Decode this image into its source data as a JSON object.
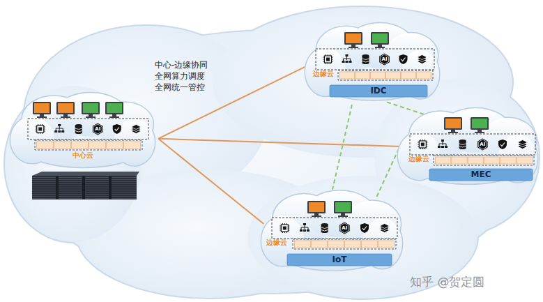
{
  "diagram": {
    "nodes": [
      {
        "text": [
          "中心云"
        ]
      },
      {
        "text": [
          "边缘云",
          "IDC"
        ]
      },
      {
        "text": [
          "边缘云",
          "MEC"
        ]
      },
      {
        "text": [
          "边缘云",
          "IoT"
        ]
      }
    ],
    "edges": [
      {
        "from": 0,
        "to": 1,
        "arrow": "none"
      },
      {
        "from": 0,
        "to": 2,
        "arrow": "none"
      },
      {
        "from": 0,
        "to": 3,
        "arrow": "none"
      },
      {
        "from": 1,
        "to": 3,
        "arrow": "none"
      },
      {
        "from": 1,
        "to": 2,
        "arrow": "none"
      },
      {
        "from": 2,
        "to": 3,
        "arrow": "none"
      }
    ],
    "labels": [
      "中心-边缘协同",
      "全网算力调度",
      "全网统一管控",
      "AI",
      "AI",
      "AI",
      "AI",
      "知乎 @贺定圆"
    ]
  }
}
